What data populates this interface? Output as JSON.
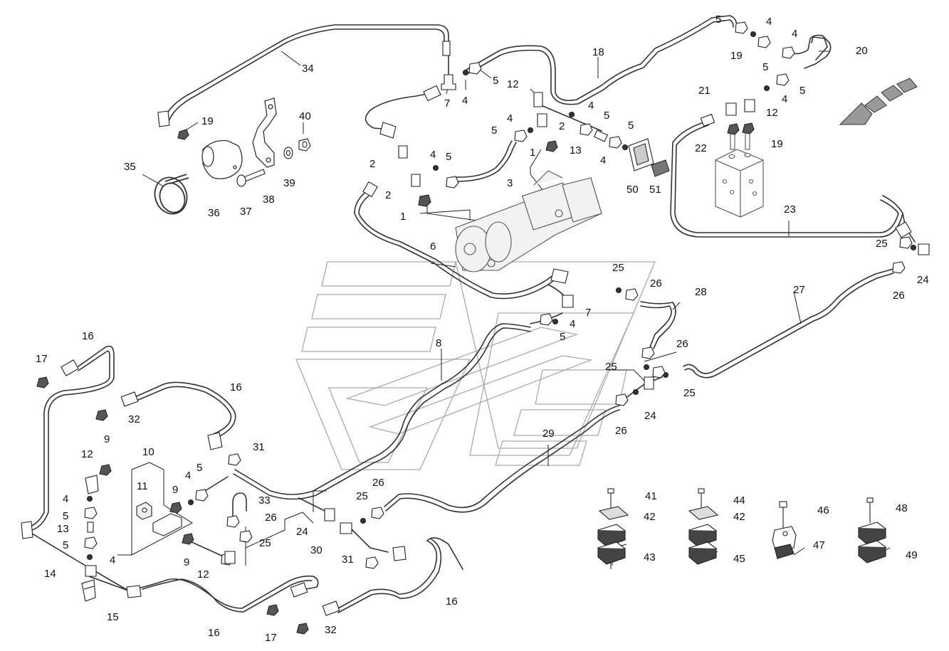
{
  "diagram": {
    "type": "exploded-parts-diagram",
    "colors": {
      "line": "#333333",
      "fill": "#e8e8e8",
      "watermark": "#aaaaaa",
      "dark": "#555555"
    },
    "callouts": [
      {
        "id": "c-34",
        "text": "34"
      },
      {
        "id": "c-19a",
        "text": "19"
      },
      {
        "id": "c-40",
        "text": "40"
      },
      {
        "id": "c-35",
        "text": "35"
      },
      {
        "id": "c-36",
        "text": "36"
      },
      {
        "id": "c-37",
        "text": "37"
      },
      {
        "id": "c-38",
        "text": "38"
      },
      {
        "id": "c-39",
        "text": "39"
      },
      {
        "id": "c-7a",
        "text": "7"
      },
      {
        "id": "c-4a",
        "text": "4"
      },
      {
        "id": "c-5a",
        "text": "5"
      },
      {
        "id": "c-18",
        "text": "18"
      },
      {
        "id": "c-12a",
        "text": "12"
      },
      {
        "id": "c-4b",
        "text": "4"
      },
      {
        "id": "c-5b",
        "text": "5"
      },
      {
        "id": "c-2a",
        "text": "2"
      },
      {
        "id": "c-4c",
        "text": "4"
      },
      {
        "id": "c-5c",
        "text": "5"
      },
      {
        "id": "c-1a",
        "text": "1"
      },
      {
        "id": "c-5d",
        "text": "5"
      },
      {
        "id": "c-13a",
        "text": "13"
      },
      {
        "id": "c-4d",
        "text": "4"
      },
      {
        "id": "c-50",
        "text": "50"
      },
      {
        "id": "c-51",
        "text": "51"
      },
      {
        "id": "c-2b",
        "text": "2"
      },
      {
        "id": "c-4e",
        "text": "4"
      },
      {
        "id": "c-5e",
        "text": "5"
      },
      {
        "id": "c-3",
        "text": "3"
      },
      {
        "id": "c-2c",
        "text": "2"
      },
      {
        "id": "c-1b",
        "text": "1"
      },
      {
        "id": "c-6",
        "text": "6"
      },
      {
        "id": "c-5f",
        "text": "5"
      },
      {
        "id": "c-4f",
        "text": "4"
      },
      {
        "id": "c-4g",
        "text": "4"
      },
      {
        "id": "c-20",
        "text": "20"
      },
      {
        "id": "c-19b",
        "text": "19"
      },
      {
        "id": "c-5g",
        "text": "5"
      },
      {
        "id": "c-5h",
        "text": "5"
      },
      {
        "id": "c-4h",
        "text": "4"
      },
      {
        "id": "c-21",
        "text": "21"
      },
      {
        "id": "c-12b",
        "text": "12"
      },
      {
        "id": "c-22",
        "text": "22"
      },
      {
        "id": "c-19c",
        "text": "19"
      },
      {
        "id": "c-23",
        "text": "23"
      },
      {
        "id": "c-25a",
        "text": "25"
      },
      {
        "id": "c-24a",
        "text": "24"
      },
      {
        "id": "c-27",
        "text": "27"
      },
      {
        "id": "c-26a",
        "text": "26"
      },
      {
        "id": "c-25b",
        "text": "25"
      },
      {
        "id": "c-26b",
        "text": "26"
      },
      {
        "id": "c-28",
        "text": "28"
      },
      {
        "id": "c-7b",
        "text": "7"
      },
      {
        "id": "c-4i",
        "text": "4"
      },
      {
        "id": "c-5i",
        "text": "5"
      },
      {
        "id": "c-8",
        "text": "8"
      },
      {
        "id": "c-26c",
        "text": "26"
      },
      {
        "id": "c-25c",
        "text": "25"
      },
      {
        "id": "c-25d",
        "text": "25"
      },
      {
        "id": "c-24b",
        "text": "24"
      },
      {
        "id": "c-26d",
        "text": "26"
      },
      {
        "id": "c-29",
        "text": "29"
      },
      {
        "id": "c-16a",
        "text": "16"
      },
      {
        "id": "c-17a",
        "text": "17"
      },
      {
        "id": "c-16b",
        "text": "16"
      },
      {
        "id": "c-32a",
        "text": "32"
      },
      {
        "id": "c-9a",
        "text": "9"
      },
      {
        "id": "c-10",
        "text": "10"
      },
      {
        "id": "c-12c",
        "text": "12"
      },
      {
        "id": "c-11",
        "text": "11"
      },
      {
        "id": "c-9b",
        "text": "9"
      },
      {
        "id": "c-4j",
        "text": "4"
      },
      {
        "id": "c-5j",
        "text": "5"
      },
      {
        "id": "c-31a",
        "text": "31"
      },
      {
        "id": "c-33",
        "text": "33"
      },
      {
        "id": "c-26e",
        "text": "26"
      },
      {
        "id": "c-25e",
        "text": "25"
      },
      {
        "id": "c-4k",
        "text": "4"
      },
      {
        "id": "c-5k",
        "text": "5"
      },
      {
        "id": "c-13b",
        "text": "13"
      },
      {
        "id": "c-5l",
        "text": "5"
      },
      {
        "id": "c-4l",
        "text": "4"
      },
      {
        "id": "c-9c",
        "text": "9"
      },
      {
        "id": "c-12d",
        "text": "12"
      },
      {
        "id": "c-24c",
        "text": "24"
      },
      {
        "id": "c-25f",
        "text": "25"
      },
      {
        "id": "c-26f",
        "text": "26"
      },
      {
        "id": "c-30",
        "text": "30"
      },
      {
        "id": "c-31b",
        "text": "31"
      },
      {
        "id": "c-14",
        "text": "14"
      },
      {
        "id": "c-15",
        "text": "15"
      },
      {
        "id": "c-16c",
        "text": "16"
      },
      {
        "id": "c-17b",
        "text": "17"
      },
      {
        "id": "c-32b",
        "text": "32"
      },
      {
        "id": "c-16d",
        "text": "16"
      },
      {
        "id": "c-41",
        "text": "41"
      },
      {
        "id": "c-42a",
        "text": "42"
      },
      {
        "id": "c-43",
        "text": "43"
      },
      {
        "id": "c-44",
        "text": "44"
      },
      {
        "id": "c-42b",
        "text": "42"
      },
      {
        "id": "c-45",
        "text": "45"
      },
      {
        "id": "c-46",
        "text": "46"
      },
      {
        "id": "c-47",
        "text": "47"
      },
      {
        "id": "c-48",
        "text": "48"
      },
      {
        "id": "c-49",
        "text": "49"
      }
    ]
  }
}
